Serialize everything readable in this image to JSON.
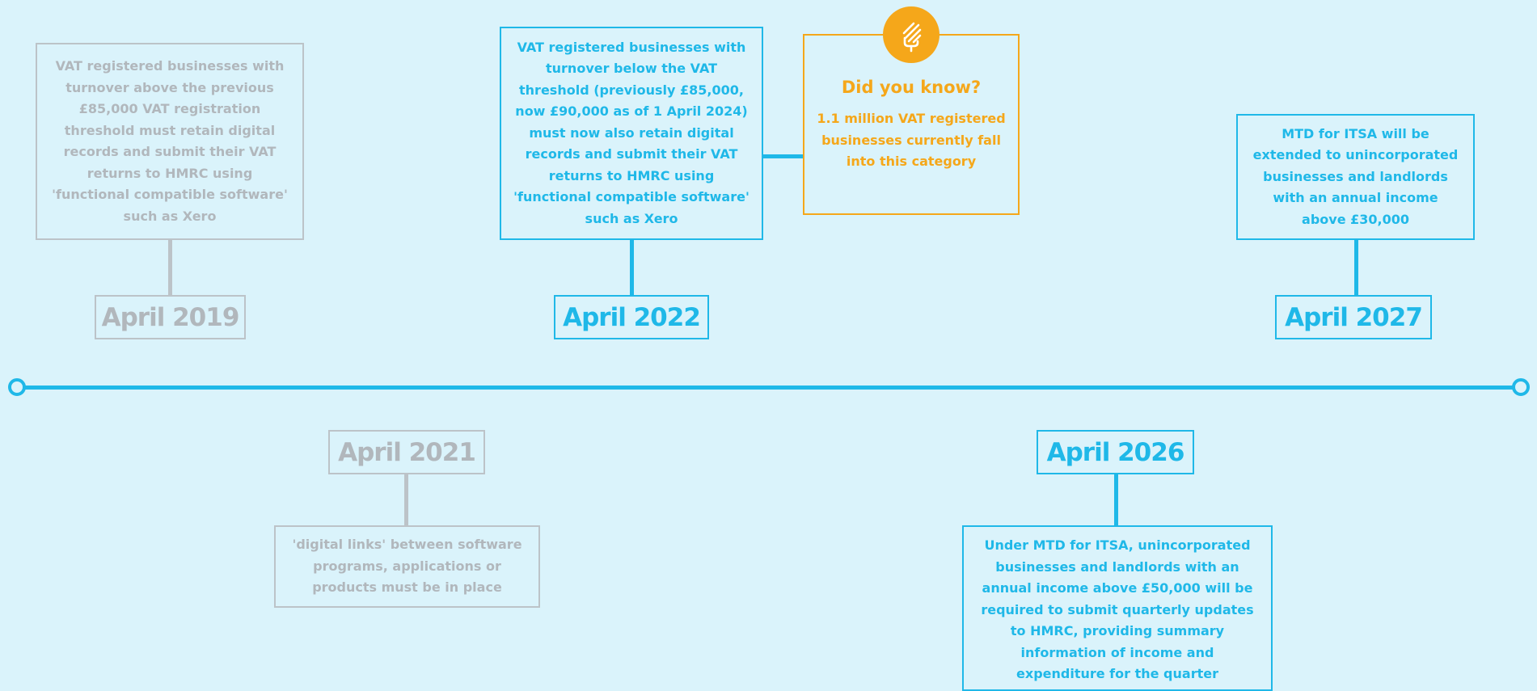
{
  "colors": {
    "background": "#daf3fb",
    "accent_blue": "#1fb8e8",
    "past_grey": "#bcc3c8",
    "tip_orange": "#f5a71a"
  },
  "timeline": {
    "above": [
      {
        "date": "April 2019",
        "status": "past",
        "description": "VAT registered businesses with turnover above the previous £85,000 VAT registration threshold must retain digital records and submit their VAT returns to HMRC using 'functional compatible software' such as Xero"
      },
      {
        "date": "April 2022",
        "status": "current",
        "description": "VAT registered businesses with turnover below the VAT threshold (previously £85,000, now £90,000 as of 1 April 2024) must now also retain digital records and submit their VAT returns to HMRC using 'functional compatible software' such as Xero"
      },
      {
        "date": "April 2027",
        "status": "future",
        "description": "MTD for ITSA will be extended to unincorporated businesses and landlords with an annual income above £30,000"
      }
    ],
    "below": [
      {
        "date": "April 2021",
        "status": "past",
        "description": "'digital links' between software programs, applications or products must be in place"
      },
      {
        "date": "April 2026",
        "status": "future",
        "description": "Under MTD for ITSA, unincorporated businesses and landlords with an annual income above £50,000 will be required to submit quarterly updates to HMRC, providing summary information of income and expenditure for the quarter"
      }
    ]
  },
  "callout": {
    "icon": "lightbulb-icon",
    "title": "Did you know?",
    "body": "1.1 million VAT registered businesses currently fall into this category"
  }
}
